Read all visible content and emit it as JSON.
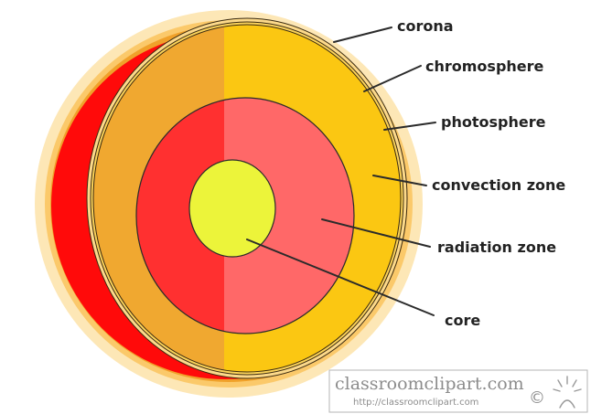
{
  "labels": {
    "corona": "corona",
    "chromosphere": "chromosphere",
    "photosphere": "photosphere",
    "convection_zone": "convection zone",
    "radiation_zone": "radiation zone",
    "core": "core"
  },
  "watermark": {
    "site": "classroomclipart.com",
    "url": "http://classroomclipart.com",
    "symbol": "©"
  },
  "colors": {
    "corona_outer": "#fde7b6",
    "corona_inner": "#fbc96a",
    "surface_ring": "#f0a12a",
    "chromosphere": "#fcd98a",
    "photosphere": "#fbd35a",
    "convection_dark": "#ff0a0a",
    "convection_cut_left": "#f0a830",
    "convection_cut_right": "#fbc712",
    "radiation_left": "#ff3030",
    "radiation_right": "#ff6868",
    "core": "#ecf43a"
  }
}
